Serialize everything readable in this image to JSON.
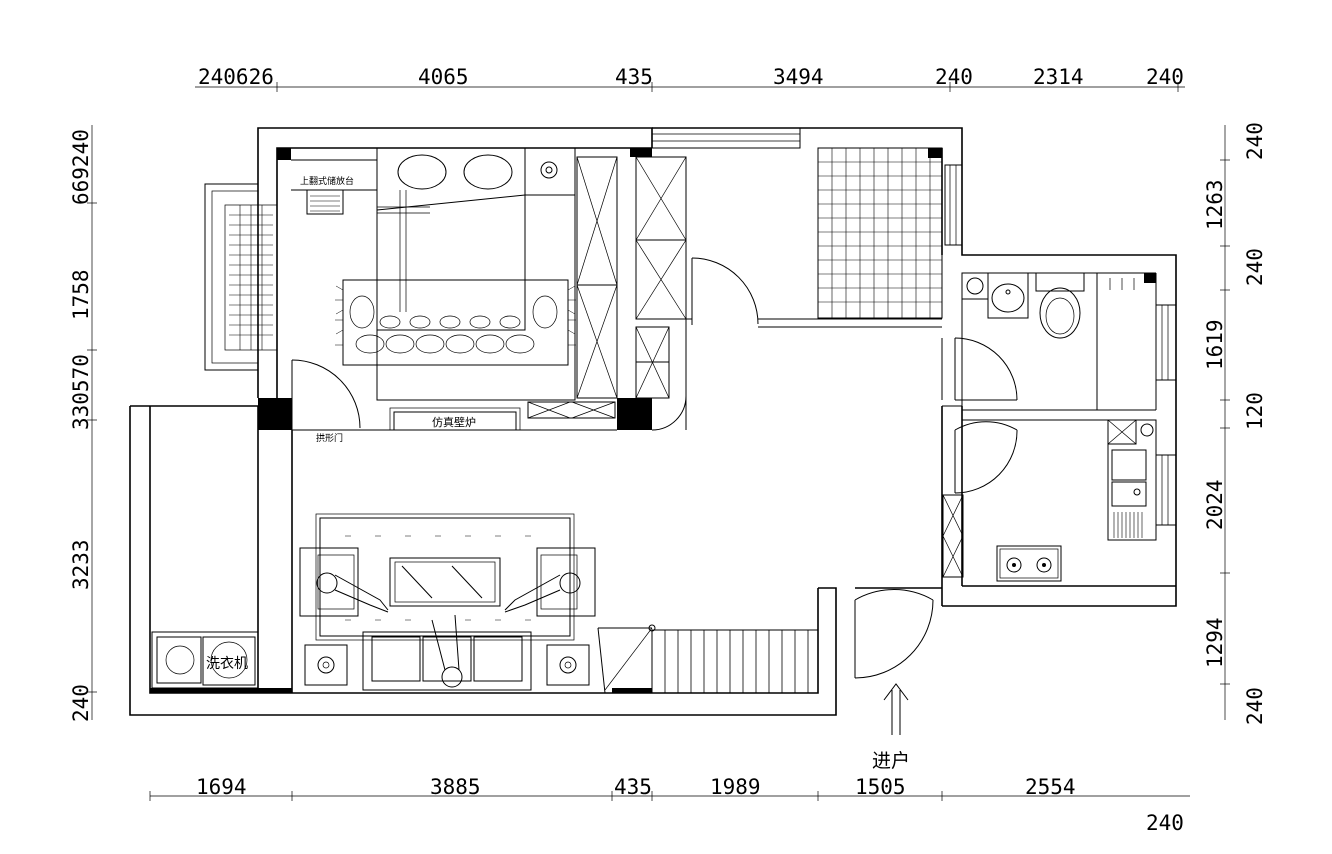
{
  "dimensions": {
    "top": [
      "240626",
      "4065",
      "435",
      "3494",
      "240",
      "2314",
      "240"
    ],
    "bottom": [
      "1694",
      "3885",
      "435",
      "1989",
      "1505",
      "2554"
    ],
    "bottom_extra": "240",
    "left": [
      "669240",
      "1758",
      "330570",
      "3233",
      "240"
    ],
    "right": [
      "240",
      "1263",
      "240",
      "1619",
      "120",
      "2024",
      "1294",
      "240"
    ]
  },
  "labels": {
    "wardrobe_top": "上翻式储放台",
    "fireplace": "仿真壁炉",
    "arch_door": "拱形门",
    "washer": "洗衣机",
    "entrance": "进户"
  }
}
